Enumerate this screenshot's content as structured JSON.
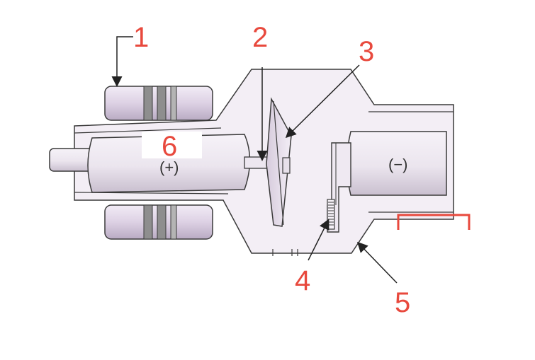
{
  "diagram": {
    "callouts": [
      {
        "id": "1",
        "label": "1"
      },
      {
        "id": "2",
        "label": "2"
      },
      {
        "id": "3",
        "label": "3"
      },
      {
        "id": "4",
        "label": "4"
      },
      {
        "id": "5",
        "label": "5"
      },
      {
        "id": "6",
        "label": "6"
      }
    ],
    "symbols": {
      "anode": "(+)",
      "cathode": "(−)"
    },
    "colors": {
      "callout": "#e8493d",
      "outline": "#3a3a3a",
      "glass": "#f3eef5",
      "body": "#e9e3ec",
      "coil": "#dcd0e2",
      "coil_band": "#8e8e8e"
    }
  }
}
